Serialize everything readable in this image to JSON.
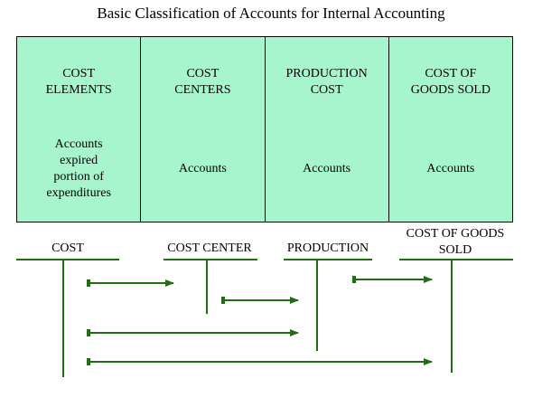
{
  "title": "Basic Classification of Accounts for Internal Accounting",
  "colors": {
    "cell_fill": "#a6f5cd",
    "line": "#1f6f12",
    "border": "#000000"
  },
  "columns": [
    {
      "header": "COST\nELEMENTS",
      "body": "Accounts\nexpired\nportion of\nexpenditures"
    },
    {
      "header": "COST\nCENTERS",
      "body": "Accounts"
    },
    {
      "header": "PRODUCTION\nCOST",
      "body": "Accounts"
    },
    {
      "header": "COST OF\nGOODS SOLD",
      "body": "Accounts"
    }
  ],
  "ledgers": [
    {
      "label": "COST"
    },
    {
      "label": "COST CENTER"
    },
    {
      "label": "PRODUCTION"
    },
    {
      "label": "COST OF GOODS\nSOLD"
    }
  ],
  "flows": [
    {
      "from": "COST",
      "to": "COST CENTER"
    },
    {
      "from": "COST CENTER",
      "to": "PRODUCTION"
    },
    {
      "from": "PRODUCTION",
      "to": "COST OF GOODS SOLD"
    },
    {
      "from": "COST",
      "to": "PRODUCTION"
    },
    {
      "from": "COST",
      "to": "COST OF GOODS SOLD"
    }
  ]
}
